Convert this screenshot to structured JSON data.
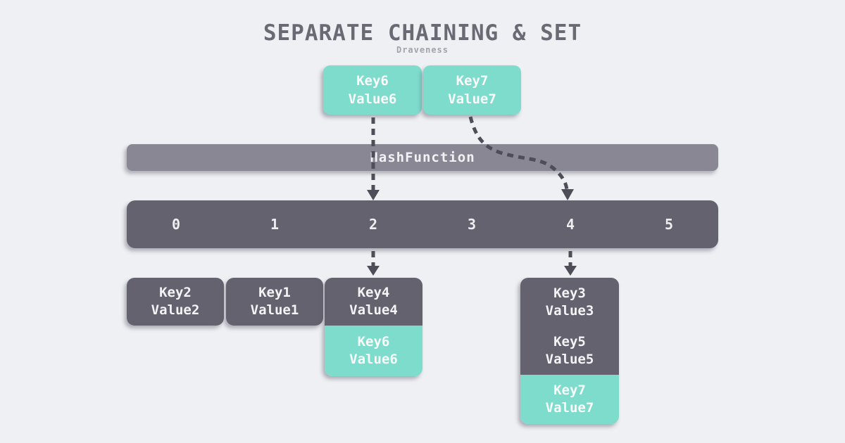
{
  "title": "SEPARATE CHAINING & SET",
  "subtitle": "Draveness",
  "colors": {
    "background": "#EEF0F3",
    "teal": "#7EDCCD",
    "dark_gray": "#64626E",
    "medium_gray": "#8A8794",
    "arrow": "#4E4D58",
    "title_text": "#6B6A74",
    "light_text": "#F4F4F6"
  },
  "incoming_keys": [
    {
      "key": "Key6",
      "value": "Value6"
    },
    {
      "key": "Key7",
      "value": "Value7"
    }
  ],
  "hash_function": {
    "label": "HashFunction"
  },
  "buckets": [
    "0",
    "1",
    "2",
    "3",
    "4",
    "5"
  ],
  "chains": [
    {
      "bucket": "0",
      "entries": [
        {
          "key": "Key2",
          "value": "Value2",
          "highlight": false
        }
      ]
    },
    {
      "bucket": "1",
      "entries": [
        {
          "key": "Key1",
          "value": "Value1",
          "highlight": false
        }
      ]
    },
    {
      "bucket": "2",
      "entries": [
        {
          "key": "Key4",
          "value": "Value4",
          "highlight": false
        },
        {
          "key": "Key6",
          "value": "Value6",
          "highlight": true
        }
      ]
    },
    {
      "bucket": "4",
      "entries": [
        {
          "key": "Key3",
          "value": "Value3",
          "highlight": false
        },
        {
          "key": "Key5",
          "value": "Value5",
          "highlight": false
        },
        {
          "key": "Key7",
          "value": "Value7",
          "highlight": true
        }
      ]
    }
  ]
}
